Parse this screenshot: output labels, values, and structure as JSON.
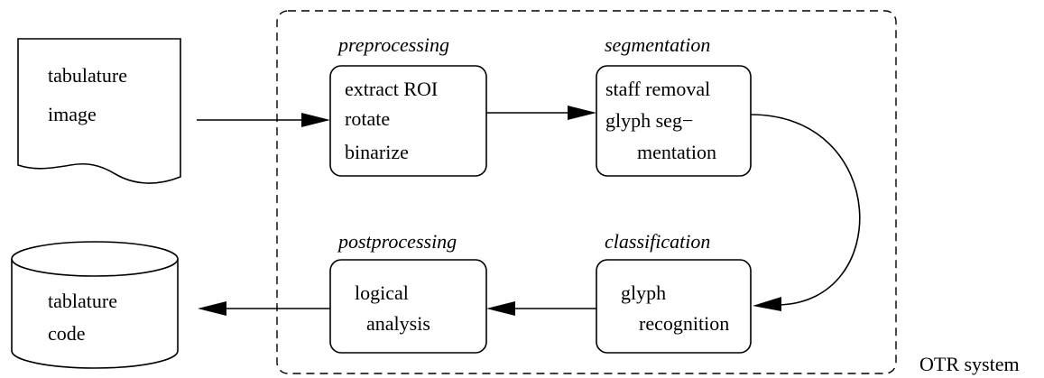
{
  "input": {
    "lines": [
      "tabulature",
      "image"
    ]
  },
  "output": {
    "lines": [
      "tablature",
      "code"
    ]
  },
  "system_label": "OTR system",
  "stages": {
    "preprocessing": {
      "title": "preprocessing",
      "lines": [
        "extract ROI",
        "rotate",
        "binarize"
      ]
    },
    "segmentation": {
      "title": "segmentation",
      "lines": [
        "staff removal",
        "glyph seg−",
        "mentation"
      ]
    },
    "classification": {
      "title": "classification",
      "lines": [
        "glyph",
        "recognition"
      ]
    },
    "postprocessing": {
      "title": "postprocessing",
      "lines": [
        "logical",
        "analysis"
      ]
    }
  }
}
